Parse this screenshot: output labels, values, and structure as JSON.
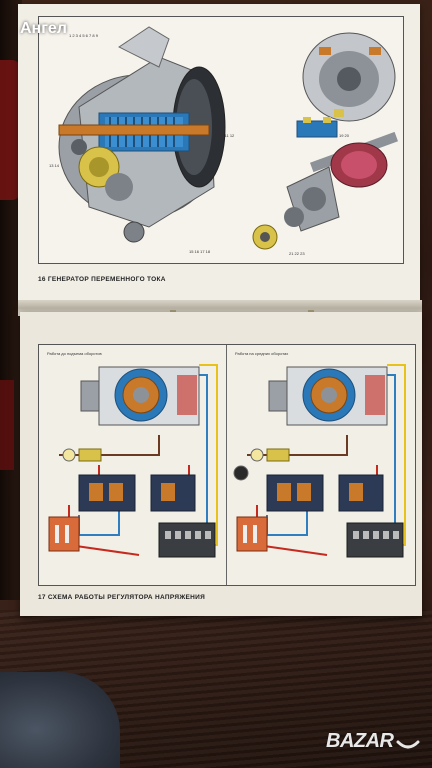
{
  "photo": {
    "user_name": "Ангел",
    "logo_text": "BAZAR",
    "upper_caption": "16 ГЕНЕРАТОР ПЕРЕМЕННОГО ТОКА",
    "lower_caption": "17 СХЕМА РАБОТЫ РЕГУЛЯТОРА НАПРЯЖЕНИЯ",
    "left_panel_label": "Работа до подъема оборотов",
    "right_panel_label": "Работа на средних оборотах"
  },
  "colors": {
    "page": "#f1eee6",
    "wire_red": "#c62a1e",
    "wire_blue": "#2f7fc0",
    "wire_yellow": "#e6c21a",
    "wire_brown": "#6b3a22",
    "stator_blue": "#2a78b8",
    "copper": "#c8792a"
  }
}
